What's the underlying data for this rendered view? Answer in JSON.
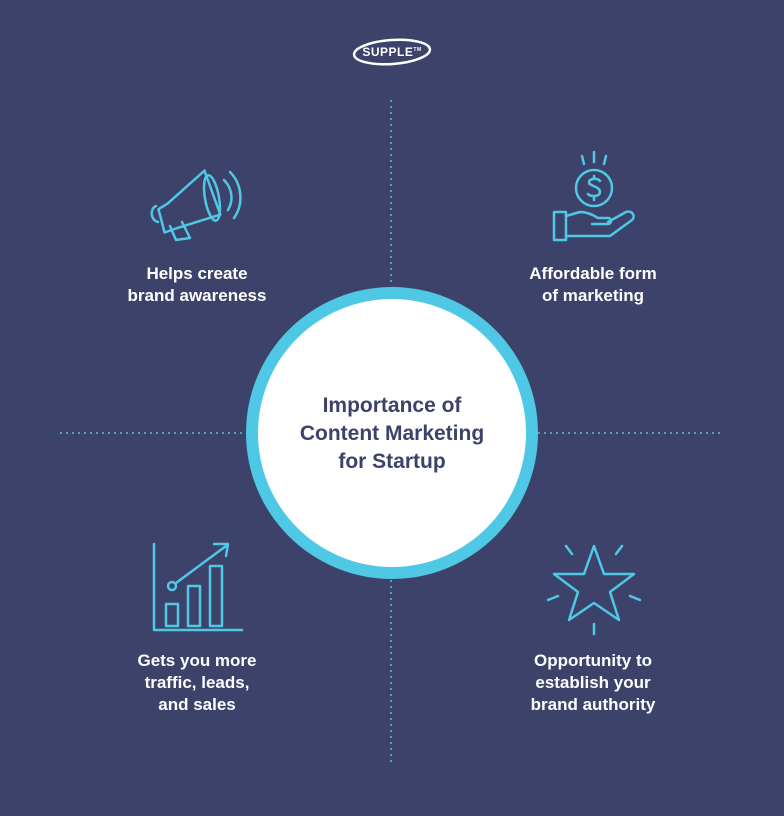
{
  "logo": {
    "text": "SUPPLE",
    "tm": "TM"
  },
  "title_lines": [
    "Importance of",
    "Content Marketing",
    "for Startup"
  ],
  "items": [
    {
      "id": "brand-awareness",
      "icon": "megaphone-icon",
      "lines": [
        "Helps create",
        "brand awareness"
      ]
    },
    {
      "id": "affordable",
      "icon": "dollar-hand-icon",
      "lines": [
        "Affordable form",
        "of marketing"
      ]
    },
    {
      "id": "traffic",
      "icon": "growth-chart-icon",
      "lines": [
        "Gets you more",
        "traffic, leads,",
        "and sales"
      ]
    },
    {
      "id": "authority",
      "icon": "star-icon",
      "lines": [
        "Opportunity to",
        "establish your",
        "brand authority"
      ]
    }
  ],
  "colors": {
    "background": "#3d426b",
    "accent": "#4ec8e4",
    "circle_fill": "#ffffff",
    "title_text": "#3d426b",
    "label_text": "#ffffff"
  }
}
